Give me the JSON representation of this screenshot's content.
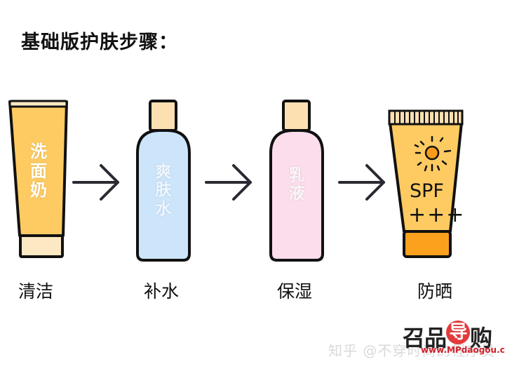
{
  "title": "基础版护肤步骤：",
  "colors": {
    "cleanser_body": "#FDCB62",
    "cleanser_cap": "#FCE8C2",
    "toner_body": "#CCE5FB",
    "lotion_body": "#FBDDEC",
    "bottle_cap": "#FCE0B2",
    "sunscreen_body": "#FDCB62",
    "sunscreen_cap": "#FBA11E",
    "sun": "#F99A1B",
    "outline": "#111111",
    "arrow": "#2a2a33"
  },
  "steps": [
    {
      "product_label": [
        "洗",
        "面",
        "奶"
      ],
      "step_label": "清洁",
      "icon": "cleanser-tube-icon"
    },
    {
      "product_label": [
        "爽",
        "肤",
        "水"
      ],
      "step_label": "补水",
      "icon": "toner-bottle-icon"
    },
    {
      "product_label": [
        "乳",
        "液"
      ],
      "step_label": "保湿",
      "icon": "lotion-bottle-icon"
    },
    {
      "product_label": [
        "SPF",
        "+++"
      ],
      "step_label": "防晒",
      "icon": "sunscreen-tube-icon"
    }
  ],
  "arrows": [
    "arrow-right-icon",
    "arrow-right-icon",
    "arrow-right-icon"
  ],
  "watermark": {
    "zhihu_text": "知乎 @不穿时尚的程序员",
    "logo_text_left": "品",
    "logo_text_prefix": "召",
    "logo_circle": "导",
    "logo_text_right": "购",
    "logo_url": "www.MPdaogou.com"
  }
}
